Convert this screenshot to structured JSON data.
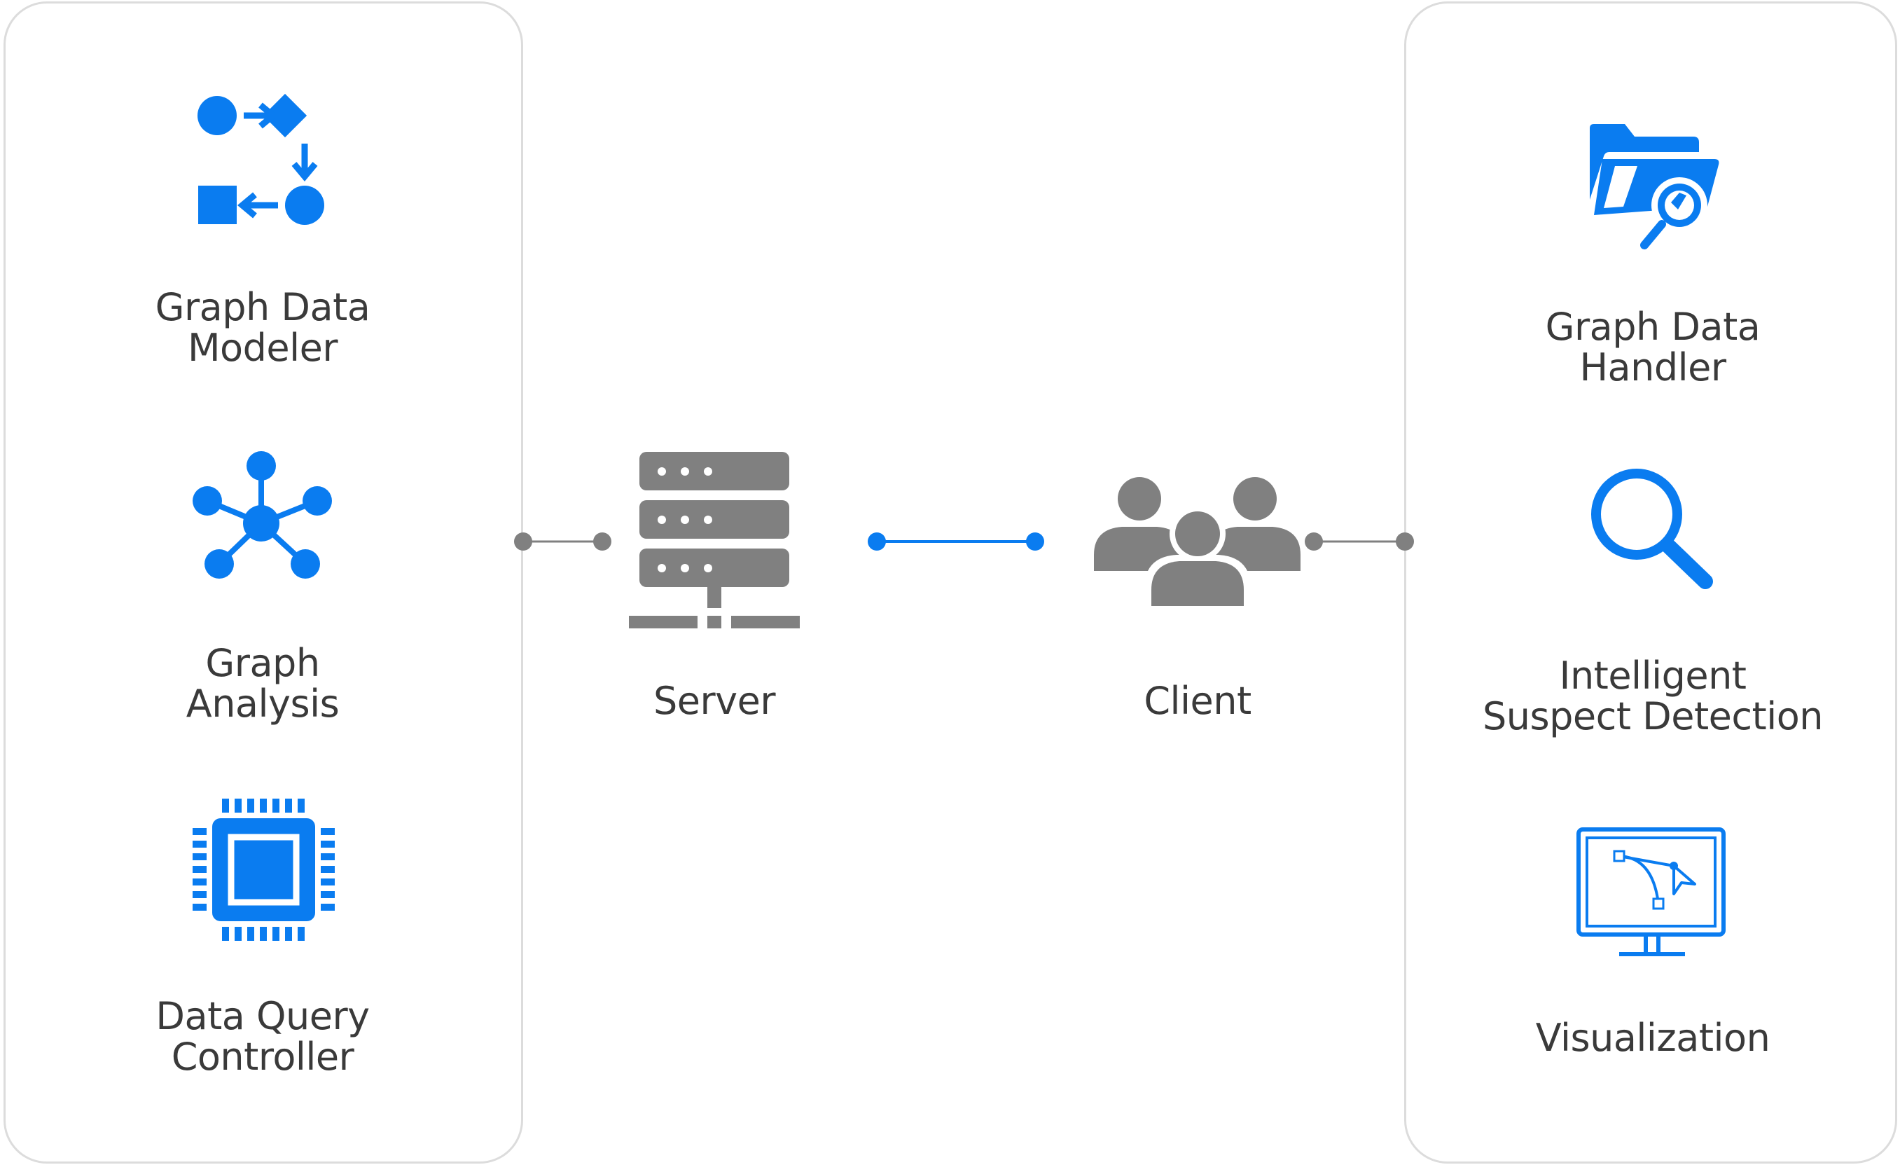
{
  "colors": {
    "accent": "#0a7cf0",
    "neutral": "#808080",
    "text": "#3a3a3a",
    "panel_border": "#dcdcdc"
  },
  "left_panel": {
    "modules": [
      {
        "icon": "flow-shapes-icon",
        "lines": [
          "Graph Data",
          "Modeler"
        ]
      },
      {
        "icon": "network-hub-icon",
        "lines": [
          "Graph",
          "Analysis"
        ]
      },
      {
        "icon": "cpu-chip-icon",
        "lines": [
          "Data Query",
          "Controller"
        ]
      }
    ]
  },
  "center": {
    "server": {
      "icon": "server-icon",
      "label": "Server"
    },
    "client": {
      "icon": "users-group-icon",
      "label": "Client"
    }
  },
  "right_panel": {
    "modules": [
      {
        "icon": "folder-search-icon",
        "lines": [
          "Graph Data",
          "Handler"
        ]
      },
      {
        "icon": "magnifier-icon",
        "lines": [
          "Intelligent",
          "Suspect Detection"
        ]
      },
      {
        "icon": "monitor-vector-icon",
        "lines": [
          "Visualization"
        ]
      }
    ]
  }
}
